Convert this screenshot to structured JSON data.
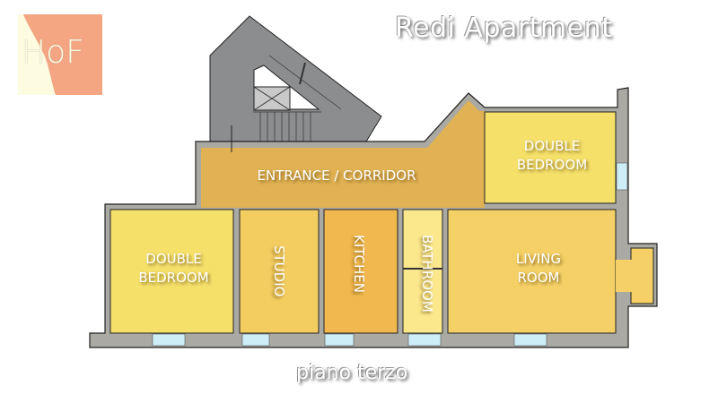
{
  "logo": {
    "text": "HoF"
  },
  "title": "Redi Apartment",
  "subtitle": "piano terzo",
  "rooms": {
    "corridor": "ENTRANCE / CORRIDOR",
    "bedroom_right": "DOUBLE\nBEDROOM",
    "bedroom_left": "DOUBLE\nBEDROOM",
    "studio": "STUDIO",
    "kitchen": "KITCHEN",
    "bathroom": "BATHROOM",
    "living": "LIVING\nROOM"
  },
  "colors": {
    "wall": "#aba9a4",
    "stair": "#8b8d8e",
    "corridor": "#e0b253",
    "bedroom": "#f5e06a",
    "studio": "#f3cd60",
    "kitchen": "#f0b84e",
    "bathroom": "#fbe88c",
    "living": "#f4d066",
    "window": "#cdeef7",
    "logo": "#f4a582"
  }
}
